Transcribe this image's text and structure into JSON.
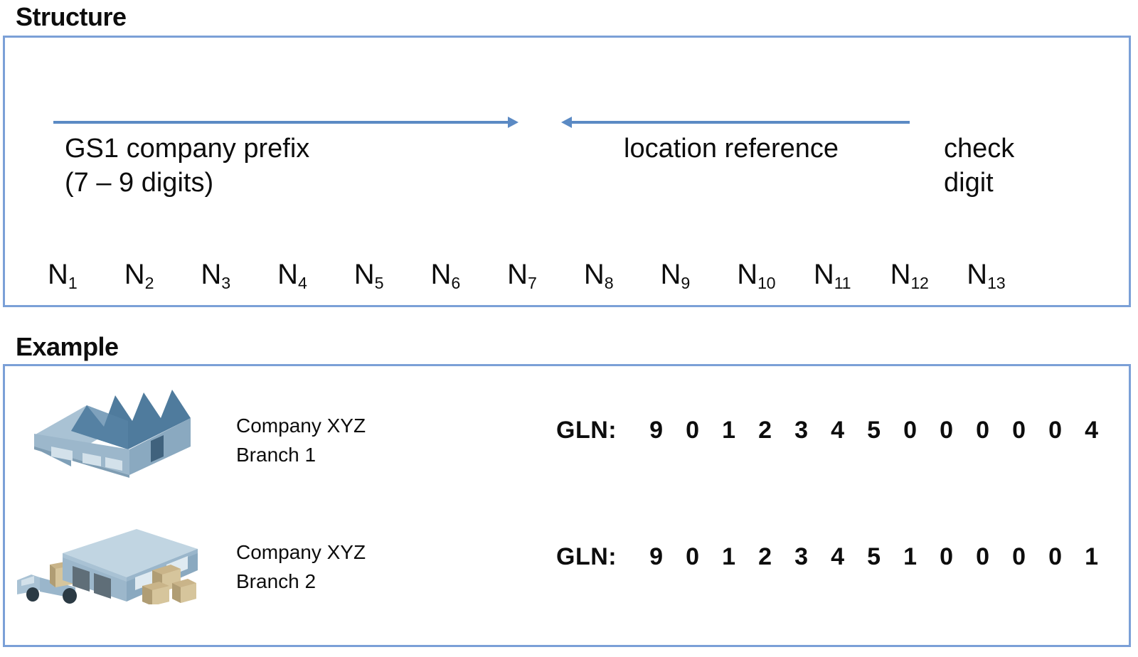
{
  "sections": {
    "structure": {
      "heading": "Structure",
      "segments": {
        "prefix_label": "GS1 company prefix\n(7 – 9 digits)",
        "location_label": "location reference",
        "check_label": "check\ndigit"
      },
      "arrows": [
        {
          "name": "gs1-company-prefix-arrow",
          "direction": "right",
          "color": "#5b8ac4"
        },
        {
          "name": "location-reference-arrow",
          "direction": "left",
          "color": "#5b8ac4"
        }
      ],
      "positions": [
        {
          "base": "N",
          "index": "1"
        },
        {
          "base": "N",
          "index": "2"
        },
        {
          "base": "N",
          "index": "3"
        },
        {
          "base": "N",
          "index": "4"
        },
        {
          "base": "N",
          "index": "5"
        },
        {
          "base": "N",
          "index": "6"
        },
        {
          "base": "N",
          "index": "7"
        },
        {
          "base": "N",
          "index": "8"
        },
        {
          "base": "N",
          "index": "9"
        },
        {
          "base": "N",
          "index": "10"
        },
        {
          "base": "N",
          "index": "11"
        },
        {
          "base": "N",
          "index": "12"
        },
        {
          "base": "N",
          "index": "13"
        }
      ]
    },
    "example": {
      "heading": "Example",
      "rows": [
        {
          "icon": "factory-icon",
          "caption": "Company XYZ\nBranch 1",
          "gln_label": "GLN:",
          "gln_digits": [
            "9",
            "0",
            "1",
            "2",
            "3",
            "4",
            "5",
            "0",
            "0",
            "0",
            "0",
            "0",
            "4"
          ]
        },
        {
          "icon": "warehouse-truck-icon",
          "caption": "Company XYZ\nBranch 2",
          "gln_label": "GLN:",
          "gln_digits": [
            "9",
            "0",
            "1",
            "2",
            "3",
            "4",
            "5",
            "1",
            "0",
            "0",
            "0",
            "0",
            "1"
          ]
        }
      ]
    }
  },
  "colors": {
    "panel_border": "#7ba0d7",
    "arrow": "#5b8ac4",
    "text": "#0d0d0d",
    "icon_light": "#a8c0d2",
    "icon_mid": "#8fb0c6",
    "icon_dark": "#4f7b9d",
    "icon_box": "#c9b489"
  }
}
